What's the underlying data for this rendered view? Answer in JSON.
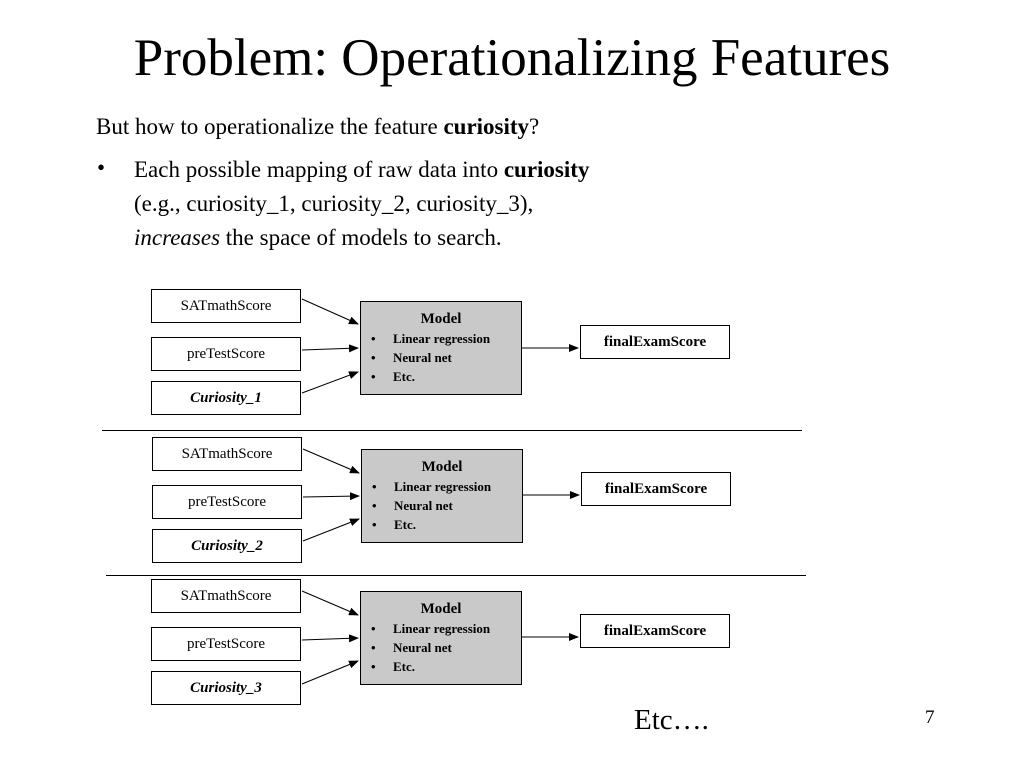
{
  "slide": {
    "title": "Problem: Operationalizing Features",
    "intro": {
      "text": "But how to operationalize the feature ",
      "bold": "curiosity",
      "end": "?"
    },
    "bullet": {
      "mark": "•",
      "line1_text": "Each possible mapping of raw data into ",
      "line1_bold": "curiosity",
      "line2": "(e.g., curiosity_1, curiosity_2, curiosity_3),",
      "line3_italic": "increases",
      "line3_rest": " the space of models to search."
    },
    "etc": "Etc….",
    "page_number": "7"
  },
  "diagrams": [
    {
      "inputs": [
        "SATmathScore",
        "preTestScore",
        "Curiosity_1"
      ],
      "model": {
        "title": "Model",
        "items": [
          "Linear regression",
          "Neural net",
          "Etc."
        ]
      },
      "output": "finalExamScore"
    },
    {
      "inputs": [
        "SATmathScore",
        "preTestScore",
        "Curiosity_2"
      ],
      "model": {
        "title": "Model",
        "items": [
          "Linear regression",
          "Neural net",
          "Etc."
        ]
      },
      "output": "finalExamScore"
    },
    {
      "inputs": [
        "SATmathScore",
        "preTestScore",
        "Curiosity_3"
      ],
      "model": {
        "title": "Model",
        "items": [
          "Linear regression",
          "Neural net",
          "Etc."
        ]
      },
      "output": "finalExamScore"
    }
  ],
  "colors": {
    "model_fill": "#c9c9c9",
    "line": "#000000"
  }
}
